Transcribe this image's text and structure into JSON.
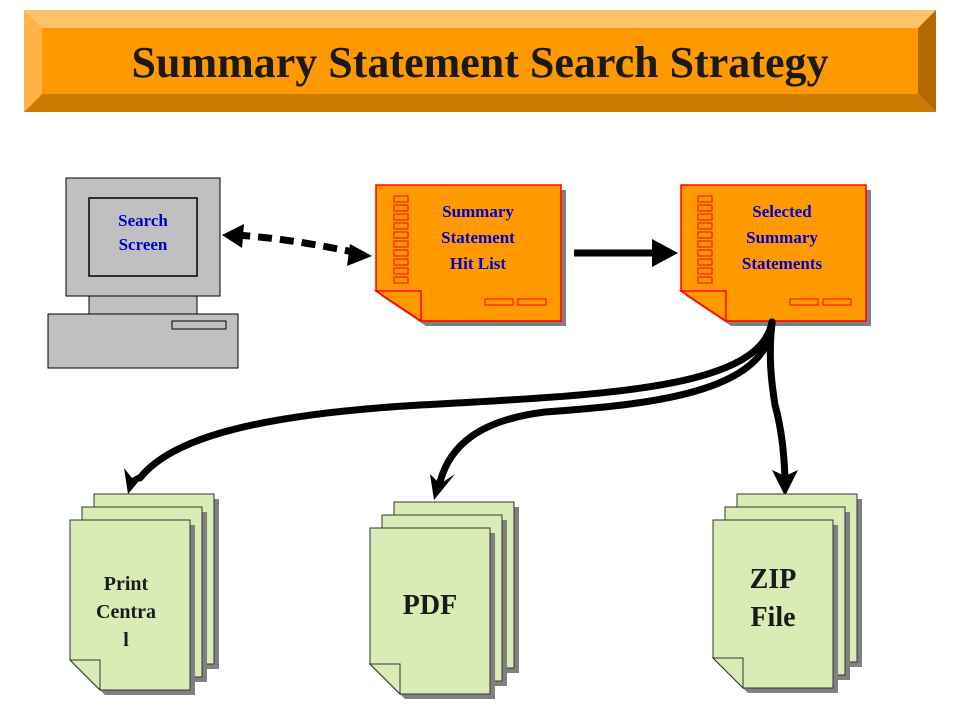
{
  "title": "Summary Statement Search Strategy",
  "computer": {
    "screen_label_line1": "Search",
    "screen_label_line2": "Screen"
  },
  "hit_list": {
    "line1": "Summary",
    "line2": "Statement",
    "line3": "Hit List"
  },
  "selected": {
    "line1": "Selected",
    "line2": "Summary",
    "line3": "Statements"
  },
  "outputs": {
    "print": {
      "line1": "Print",
      "line2": "Centra",
      "line3": "l"
    },
    "pdf": {
      "label": "PDF"
    },
    "zip": {
      "line1": "ZIP",
      "line2": "File"
    }
  },
  "colors": {
    "banner": "#FF9900",
    "banner_light": "#FFC266",
    "banner_dark": "#B36B00",
    "doc_orange": "#FF9900",
    "doc_border": "#FF0000",
    "text_blue": "#0000CC",
    "green_doc": "#D9ECB5",
    "computer_gray": "#C0C0C0"
  }
}
